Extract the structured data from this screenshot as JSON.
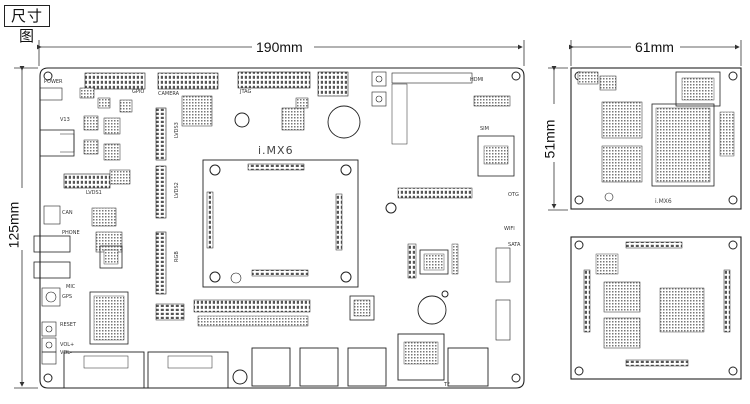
{
  "title": "尺寸图",
  "dimensions": {
    "board_width": "190mm",
    "board_height": "125mm",
    "module_width": "61mm",
    "module_height": "51mm"
  },
  "chip_labels": {
    "main": "i.MX6",
    "module": "i.MX6"
  },
  "board_labels": {
    "power": "POWER",
    "v13": "V13",
    "lvds1": "LVDS1",
    "lvds2": "LVDS2",
    "lvds3": "LVDS3",
    "can": "CAN",
    "phone": "PHONE",
    "mic": "MIC",
    "gps": "GPS",
    "reset": "RESET",
    "vol_plus": "VOL+",
    "vol_minus": "VOL-",
    "gpio": "GPIO",
    "camera": "CAMERA",
    "jtag": "JTAG",
    "hdmi": "HDMI",
    "sim": "SIM",
    "otg": "OTG",
    "wifi": "WIFI",
    "sata": "SATA",
    "tf": "TF",
    "rgb": "RGB"
  }
}
